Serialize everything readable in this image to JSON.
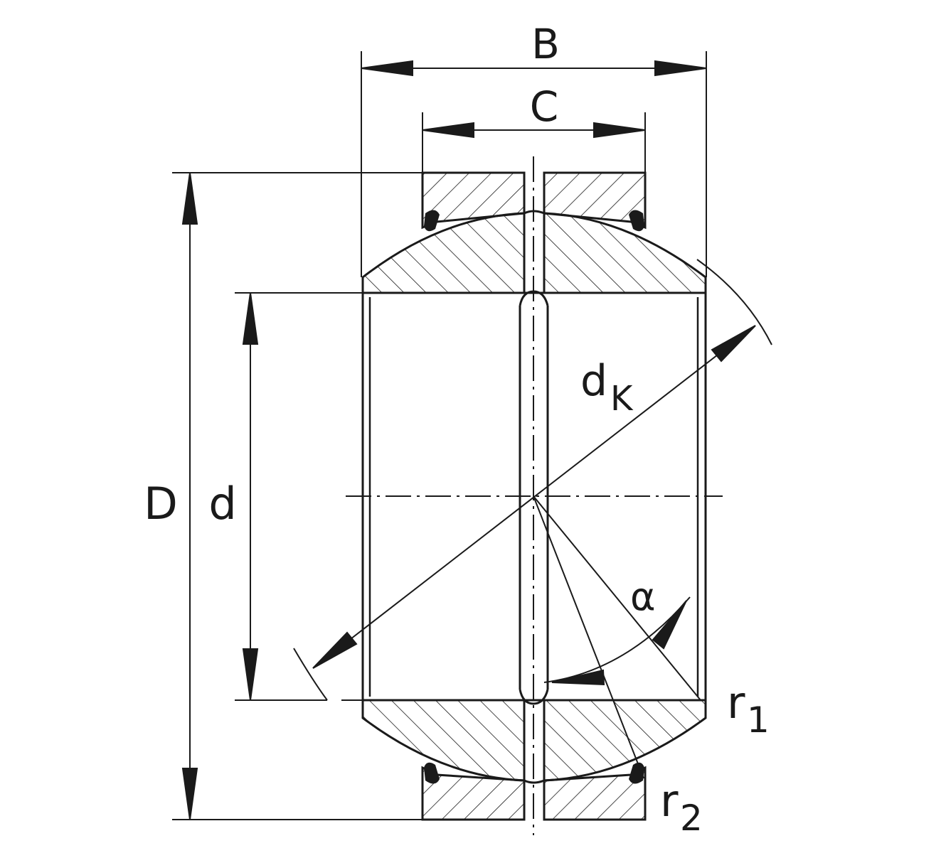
{
  "labels": {
    "B": "B",
    "C": "C",
    "D": "D",
    "d": "d",
    "dk_main": "d",
    "dk_sub": "K",
    "alpha": "α",
    "r1_main": "r",
    "r1_sub": "1",
    "r2_main": "r",
    "r2_sub": "2"
  },
  "colors": {
    "stroke": "#1a1a1a",
    "background": "#ffffff"
  }
}
